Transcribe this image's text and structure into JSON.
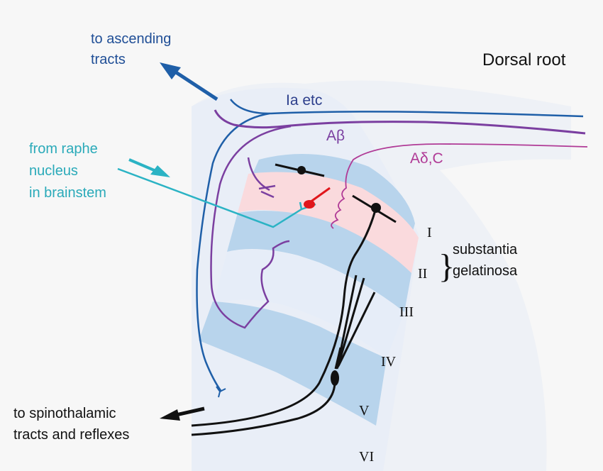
{
  "colors": {
    "background": "#f7f7f7",
    "dorsal_horn": "#eef1f6",
    "grey_matter": "#e6edf8",
    "lamina_blue": "#b8d4ec",
    "lamina_pink": "#fadadd",
    "ia_fiber": "#1f5fa8",
    "abeta_fiber": "#7b3fa0",
    "adelta_c_fiber": "#b03a96",
    "raphe": "#2bb3c4",
    "interneuron": "#e0161b",
    "projection_neuron": "#111111",
    "text_ascending": "#1f4e96",
    "text_ia": "#2d3f8c",
    "text_black": "#111111"
  },
  "labels": {
    "ascending_line1": "to ascending",
    "ascending_line2": "tracts",
    "dorsal_root": "Dorsal root",
    "ia_etc": "Ia etc",
    "a_beta": "Aβ",
    "a_delta_c": "Aδ,C",
    "raphe_line1": "from raphe",
    "raphe_line2": "nucleus",
    "raphe_line3": "in brainstem",
    "substantia_line1": "substantia",
    "substantia_line2": "gelatinosa",
    "brace": "}",
    "spino_line1": "to spinothalamic",
    "spino_line2": "tracts and reflexes"
  },
  "laminae": [
    "I",
    "II",
    "III",
    "IV",
    "V",
    "VI"
  ]
}
